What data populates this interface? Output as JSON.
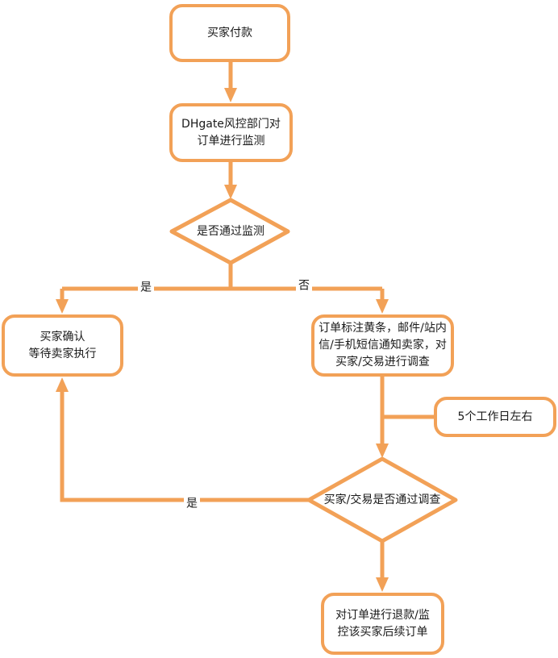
{
  "colors": {
    "accent": "#F2A157",
    "text": "#1A1A1A",
    "background": "#FFFFFF"
  },
  "flowchart": {
    "nodes": {
      "start": {
        "label": "买家付款"
      },
      "monitor": {
        "label": "DHgate风控部门对订单进行监测"
      },
      "decision_monitor": {
        "label": "是否通过监测"
      },
      "buyer_confirm": {
        "label": "买家确认\n等待卖家执行"
      },
      "notify_investigate": {
        "label": "订单标注黄条，邮件/站内信/手机短信通知卖家，对买家/交易进行调查"
      },
      "duration_note": {
        "label": "5个工作日左右"
      },
      "decision_investigation": {
        "label": "买家/交易是否通过调查"
      },
      "refund_monitor": {
        "label": "对订单进行退款/监控该买家后续订单"
      }
    },
    "edge_labels": {
      "monitor_yes": "是",
      "monitor_no": "否",
      "investigation_yes": "是"
    }
  }
}
